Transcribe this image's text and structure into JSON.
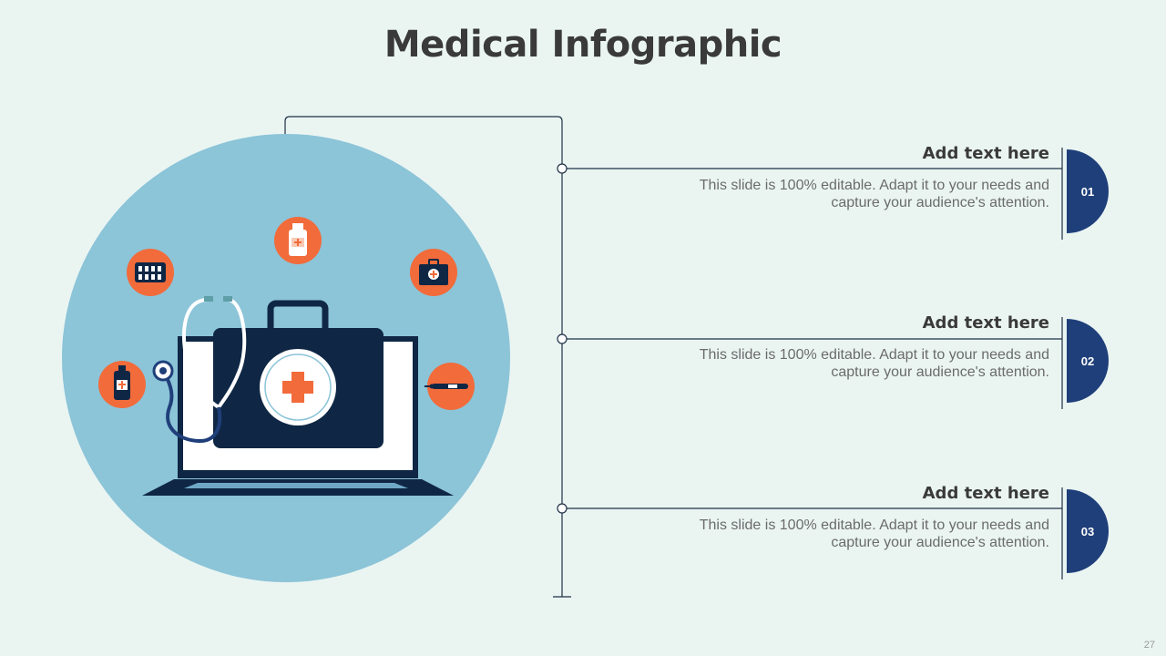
{
  "slide": {
    "title": "Medical Infographic",
    "page_number": "27",
    "items": [
      {
        "number": "01",
        "heading": "Add text here",
        "text_line1": "This slide is 100% editable. Adapt it to your needs and",
        "text_line2": "capture your audience's attention."
      },
      {
        "number": "02",
        "heading": "Add text here",
        "text_line1": "This slide is 100% editable. Adapt it to your needs and",
        "text_line2": "capture your audience's attention."
      },
      {
        "number": "03",
        "heading": "Add text here",
        "text_line1": "This slide is 100% editable. Adapt it to your needs and",
        "text_line2": "capture your audience's attention."
      }
    ],
    "illustration_icons": [
      "pill-pack-icon",
      "medicine-bottle-icon",
      "first-aid-kit-icon",
      "syrup-bottle-icon",
      "thermometer-icon",
      "stethoscope-icon",
      "laptop-icon",
      "medical-bag-icon"
    ]
  },
  "colors": {
    "background": "#eaf5f2",
    "circle": "#8cc4d8",
    "navy": "#1f3f7a",
    "dark_navy": "#0f2745",
    "orange": "#f26b3a",
    "title_text": "#3a3a3a",
    "body_text": "#6b6b6b"
  }
}
